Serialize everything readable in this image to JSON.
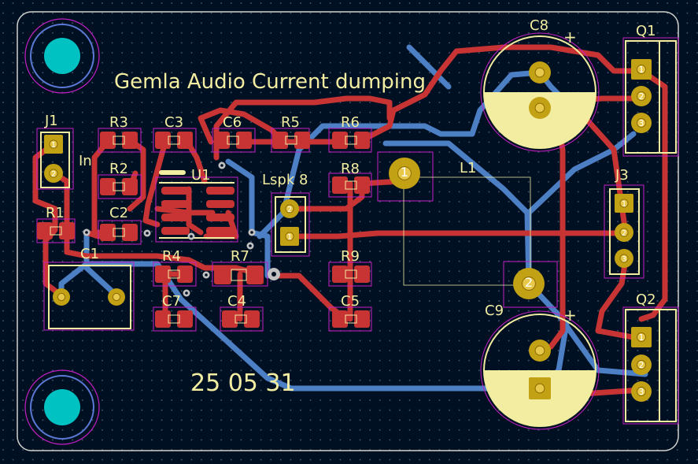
{
  "board": {
    "title": "Gemla Audio Current dumping",
    "date": "25 05 31",
    "colors": {
      "background": "#001023",
      "edge": "#d0d2cd",
      "front_copper": "#c83434",
      "back_copper": "#4d7fc4",
      "silkscreen": "#f2eda1",
      "courtyard": "#c41fc4",
      "pad": "#c2a114",
      "via_ring": "#c2c2c2",
      "hole_fill": "#00c2c2"
    }
  },
  "designators": {
    "J1": "J1",
    "In": "In",
    "R1": "R1",
    "R2": "R2",
    "R3": "R3",
    "C1": "C1",
    "C2": "C2",
    "C3": "C3",
    "C4": "C4",
    "C5": "C5",
    "C6": "C6",
    "C7": "C7",
    "C8": "C8",
    "C9": "C9",
    "R4": "R4",
    "R5": "R5",
    "R6": "R6",
    "R7": "R7",
    "R8": "R8",
    "R9": "R9",
    "U1": "U1",
    "Lspk": "Lspk 8",
    "L1": "L1",
    "Q1": "Q1",
    "Q2": "Q2",
    "J3": "J3"
  },
  "pin_labels": {
    "p1": "1",
    "p2": "2",
    "p3": "3",
    "plus": "+"
  }
}
